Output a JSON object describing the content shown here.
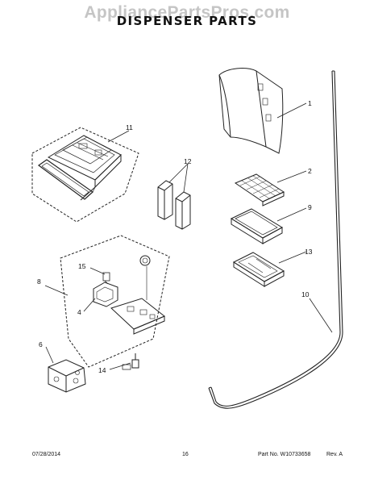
{
  "watermark": "AppliancePartsPros.com",
  "title": "DISPENSER PARTS",
  "callouts": {
    "c1": "1",
    "c2": "2",
    "c9": "9",
    "c13": "13",
    "c10": "10",
    "c11": "11",
    "c12": "12",
    "c8": "8",
    "c15": "15",
    "c4": "4",
    "c6": "6",
    "c14": "14"
  },
  "footer": {
    "date": "07/28/2014",
    "page": "16",
    "part_no": "Part No. W10733658",
    "revision": "Rev. A"
  }
}
